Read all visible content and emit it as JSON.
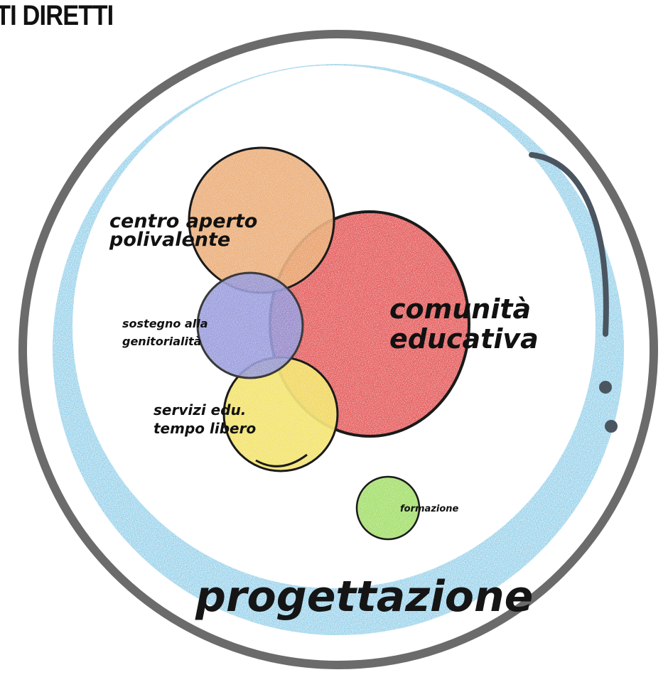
{
  "heading": "TI DIRETTI",
  "outer_circle": {
    "label": "progettazione",
    "ring_color": "#8fd0ea",
    "rim_color": "#6b6b6b"
  },
  "circles": [
    {
      "id": "centro",
      "lines": [
        "centro aperto",
        "polivalente"
      ],
      "color": "#eaa76a"
    },
    {
      "id": "comunita",
      "lines": [
        "comunità",
        "educativa"
      ],
      "color": "#e65c5c"
    },
    {
      "id": "sostegno",
      "lines": [
        "sostegno alla",
        "genitorialità"
      ],
      "color": "#8c8fd8"
    },
    {
      "id": "servizi",
      "lines": [
        "servizi edu.",
        "tempo libero"
      ],
      "color": "#f2e25c"
    },
    {
      "id": "formazione",
      "lines": [
        "formazione"
      ],
      "color": "#a6e06a"
    }
  ]
}
